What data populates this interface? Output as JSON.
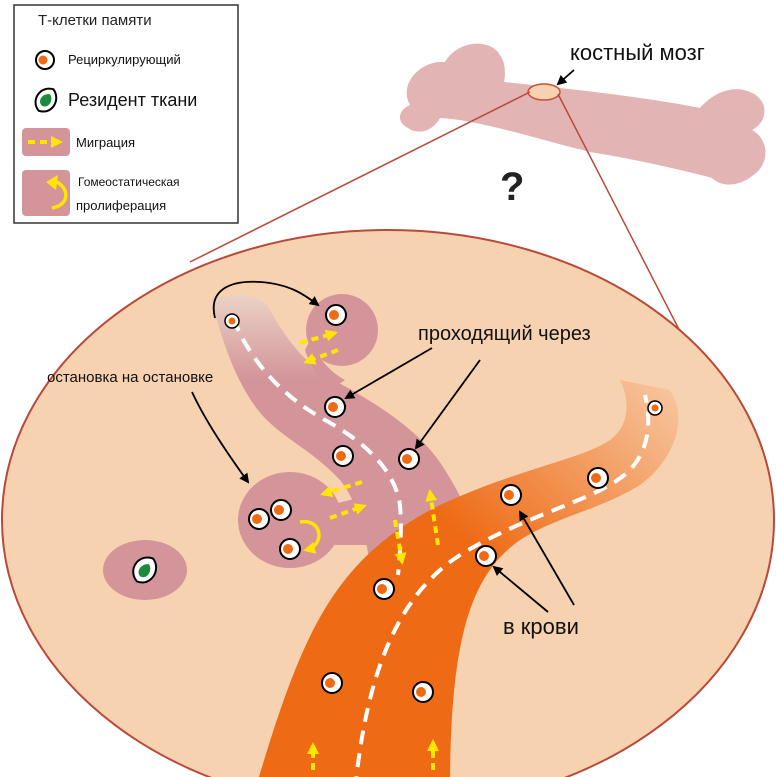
{
  "legend": {
    "title": "Т-клетки памяти",
    "recirculating": "Рециркулирующий",
    "tissue_resident": "Резидент ткани",
    "migration": "Миграция",
    "homeostatic_line1": "Гомеостатическая",
    "homeostatic_line2": "пролиферация"
  },
  "labels": {
    "bone_marrow": "костный мозг",
    "question": "?",
    "passing_through": "проходящий через",
    "stop_over": "остановка на остановке",
    "in_blood": "в крови"
  },
  "colors": {
    "tissue": "#f7d2b0",
    "tissue_outline": "#b84a3a",
    "lymph_vessel": "#d4959a",
    "blood_vessel": "#ee6a14",
    "bone": "#e2b4b3",
    "migration_arrow": "#ffe600",
    "recirculating_core": "#f06a14",
    "resident_core": "#1c8a3c"
  }
}
